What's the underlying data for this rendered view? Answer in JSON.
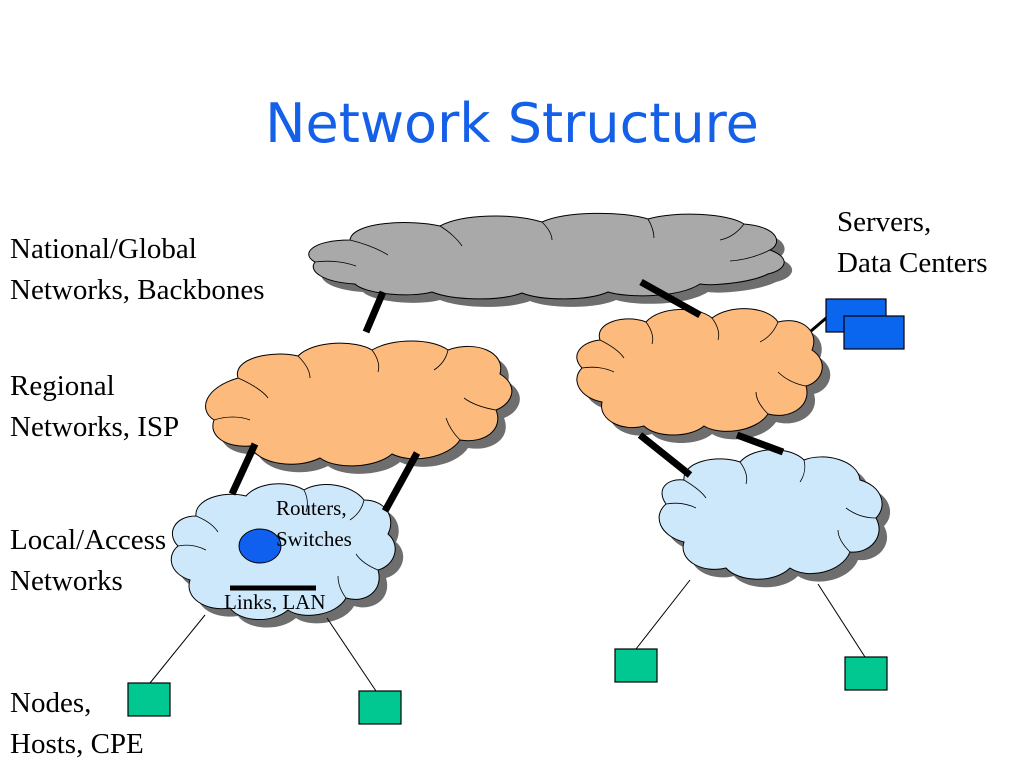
{
  "title": "Network Structure",
  "layer_labels": {
    "national": {
      "line1": "National/Global",
      "line2": "Networks, Backbones"
    },
    "regional": {
      "line1": "Regional",
      "line2": "Networks, ISP"
    },
    "local": {
      "line1": "Local/Access",
      "line2": "Networks"
    },
    "nodes": {
      "line1": "Nodes,",
      "line2": "Hosts, CPE"
    },
    "servers": {
      "line1": "Servers,",
      "line2": "Data Centers"
    }
  },
  "annotations": {
    "routers_line1": "Routers,",
    "routers_line2": "Switches",
    "links": "Links, LAN"
  },
  "colors": {
    "title": "#1560e8",
    "backbone_cloud": "#a9a9a9",
    "regional_cloud": "#fcba7c",
    "local_cloud": "#cde8fb",
    "cloud_shadow": "#6e6e6e",
    "router": "#1060f0",
    "server": "#0a66ee",
    "node": "#00c890",
    "link": "#000000"
  }
}
